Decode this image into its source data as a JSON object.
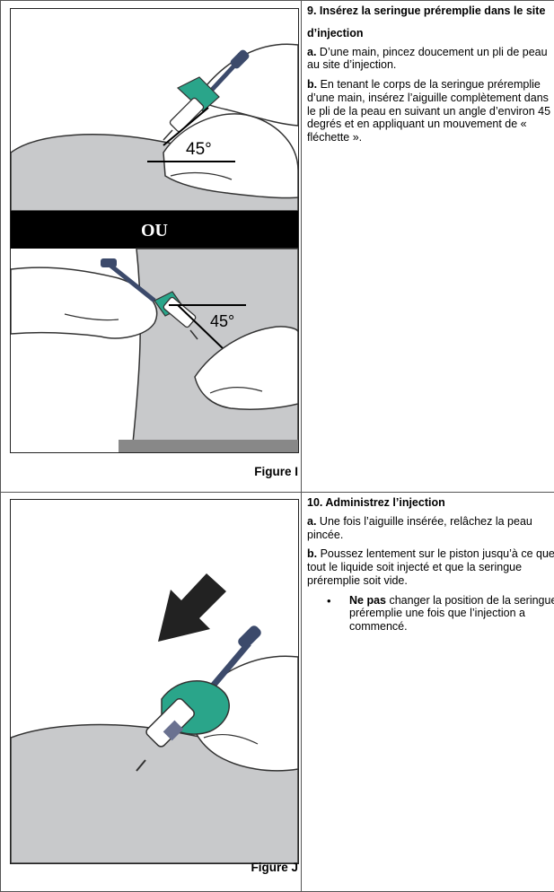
{
  "step9": {
    "title_line1": "9. Insérez la seringue préremplie dans le site",
    "title_line2": "d’injection",
    "a_label": "a.",
    "a_text": " D’une main, pincez doucement un pli de peau au site d’injection.",
    "b_label": "b.",
    "b_text": " En tenant le corps de la seringue préremplie d’une main, insérez l’aiguille complètement dans le pli de la peau en suivant un angle d’environ 45 degrés et en appliquant un mouvement de « fléchette ».",
    "angle_top": "45°",
    "or_label": "OU",
    "angle_bottom": "45°",
    "figure_caption": "Figure I"
  },
  "step10": {
    "title": "10. Administrez l’injection",
    "a_label": "a.",
    "a_text": " Une fois l’aiguille insérée, relâchez la peau pincée.",
    "b_label": "b.",
    "b_text": " Poussez lentement sur le piston jusqu’à ce que tout le liquide soit injecté et que la seringue préremplie soit vide.",
    "bullet_symbol": "•",
    "bullet_bold": "Ne pas",
    "bullet_text": " changer la position de la seringue préremplie une fois que l’injection a commencé.",
    "figure_caption": "Figure J"
  },
  "colors": {
    "skin": "#c8c9cb",
    "hand": "#ffffff",
    "plunger": "#3c4a6b",
    "flange": "#2aa58a",
    "outline": "#333333",
    "band": "#000000"
  }
}
